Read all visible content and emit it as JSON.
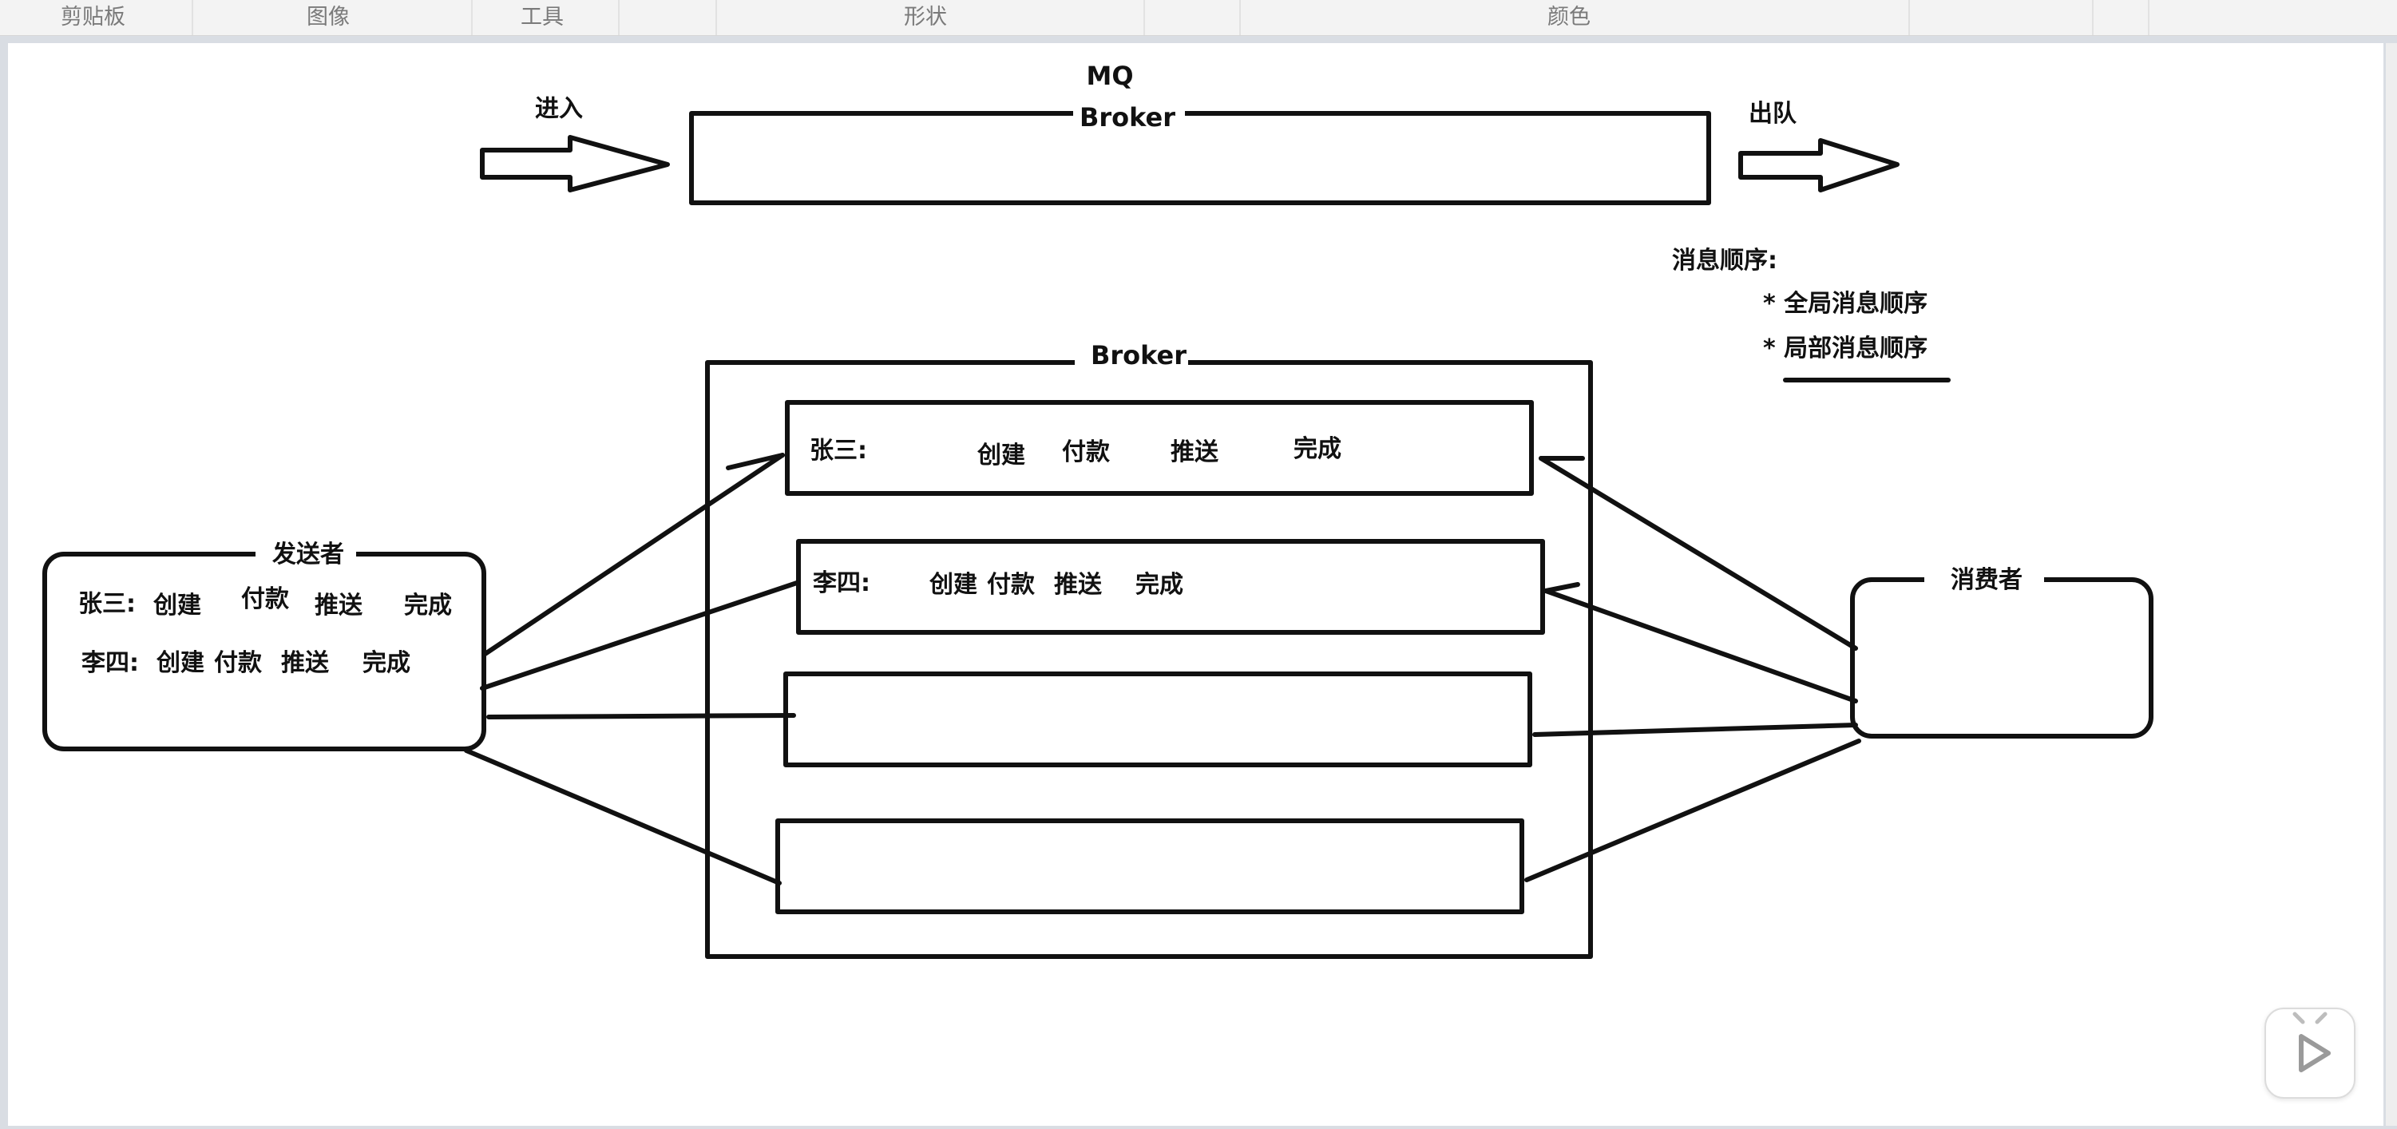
{
  "toolbar": {
    "groups": [
      "剪贴板",
      "图像",
      "工具",
      "形状",
      "颜色"
    ]
  },
  "diagram": {
    "mq_title": "MQ",
    "top_broker_label": "Broker",
    "enter_label": "进入",
    "exit_label": "出队",
    "order_title": "消息顺序:",
    "order_items": [
      "* 全局消息顺序",
      "* 局部消息顺序"
    ],
    "main_broker_label": "Broker",
    "queue1": {
      "owner": "张三:",
      "steps": [
        "创建",
        "付款",
        "推送",
        "完成"
      ]
    },
    "queue2": {
      "owner": "李四:",
      "steps": [
        "创建",
        "付款",
        "推送",
        "完成"
      ]
    },
    "sender": {
      "title": "发送者",
      "row1": {
        "owner": "张三:",
        "steps": [
          "创建",
          "付款",
          "推送",
          "完成"
        ]
      },
      "row2": {
        "owner": "李四:",
        "steps": [
          "创建",
          "付款",
          "推送",
          "完成"
        ]
      }
    },
    "consumer": {
      "title": "消费者"
    }
  },
  "colors": {
    "ink": "#111111",
    "toolbar_bg": "#f3f3f3",
    "canvas_bg": "#ffffff",
    "workspace_bg": "#d9dde3"
  },
  "icons": {
    "player": "play-icon"
  }
}
